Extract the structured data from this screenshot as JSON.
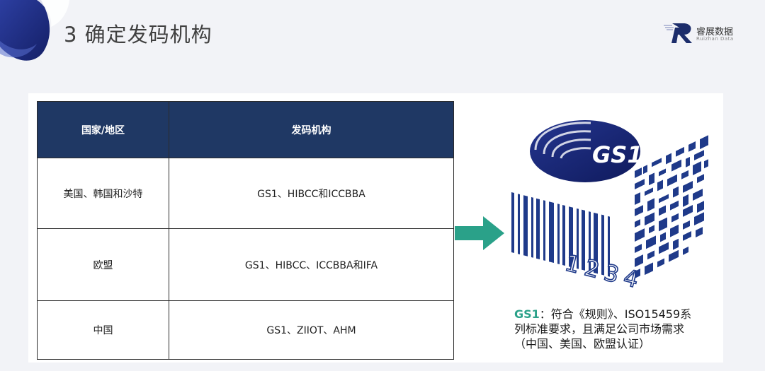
{
  "header": {
    "title": "3  确定发码机构",
    "logo_name": "睿展数据",
    "logo_sub": "Ruizhan Data"
  },
  "colors": {
    "table_header": "#1f3864",
    "accent_teal": "#2aa189",
    "arrow": "#2aa189",
    "brand_navy": "#1c2d6b"
  },
  "table": {
    "headers": [
      "国家/地区",
      "发码机构"
    ],
    "rows": [
      [
        "美国、韩国和沙特",
        "GS1、HIBCC和ICCBBA"
      ],
      [
        "欧盟",
        "GS1、HIBCC、ICCBBA和IFA"
      ],
      [
        "中国",
        "GS1、ZIIOT、AHM"
      ]
    ]
  },
  "graphic": {
    "logo_text": "GS1",
    "barcode_digits": "1234"
  },
  "note": {
    "label": "GS1",
    "line1": "：符合《规则》、ISO15459系",
    "line2": "列标准要求，且满足公司市场需求",
    "line3": "（中国、美国、欧盟认证）"
  },
  "icons": [
    "corner-swoosh-icon",
    "ruizhan-logo-icon",
    "right-arrow-icon",
    "gs1-barcode-icon"
  ]
}
